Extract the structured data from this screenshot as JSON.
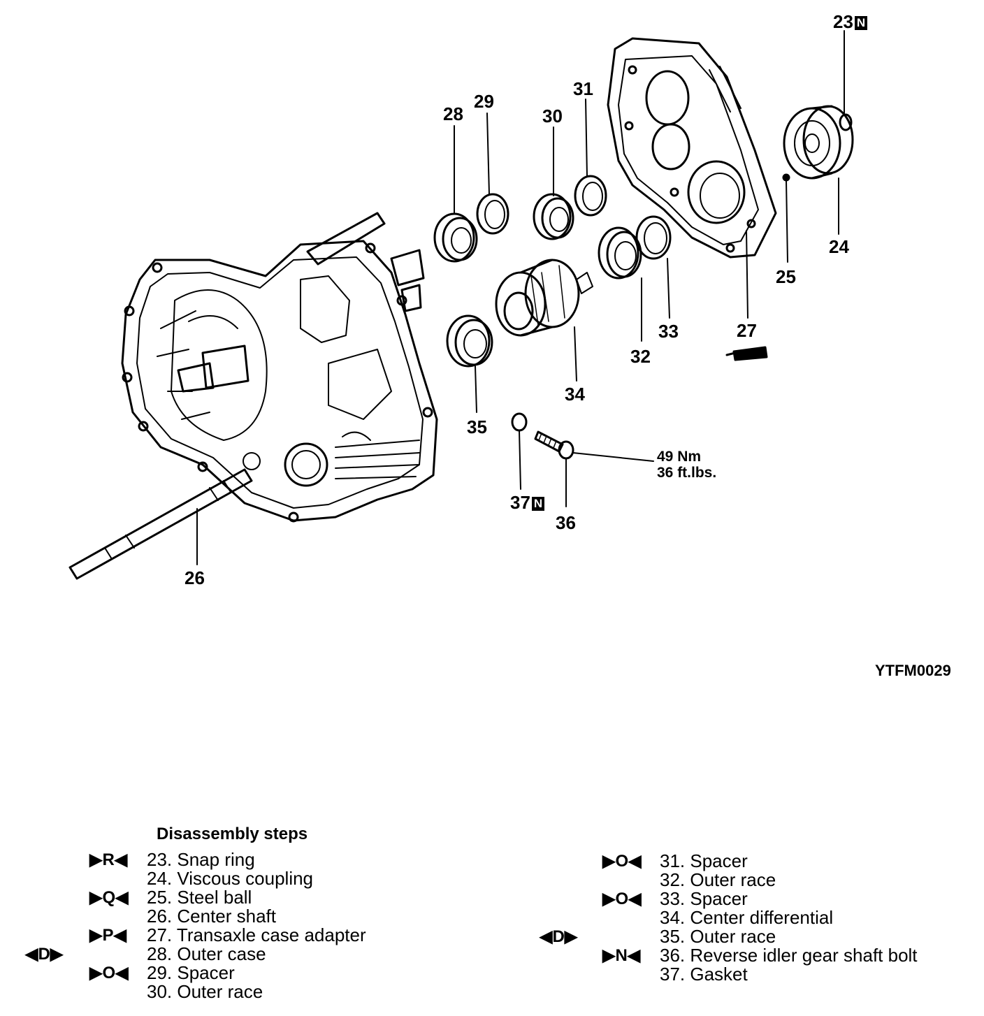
{
  "diagram": {
    "code": "YTFM0029",
    "torque": {
      "nm": "49 Nm",
      "ftlbs": "36 ft.lbs."
    },
    "new_part_tag": "N",
    "callouts": {
      "c23": "23",
      "c24": "24",
      "c25": "25",
      "c26": "26",
      "c27": "27",
      "c28": "28",
      "c29": "29",
      "c30": "30",
      "c31": "31",
      "c32": "32",
      "c33": "33",
      "c34": "34",
      "c35": "35",
      "c36": "36",
      "c37": "37"
    }
  },
  "steps": {
    "title": "Disassembly steps",
    "marks": {
      "R": "▶R◀",
      "Q": "▶Q◀",
      "P": "▶P◀",
      "O1": "▶O◀",
      "O2": "▶O◀",
      "O3": "▶O◀",
      "N": "▶N◀",
      "D1": "◀D▶",
      "D2": "◀D▶"
    },
    "items": [
      "23. Snap ring",
      "24. Viscous coupling",
      "25. Steel ball",
      "26. Center shaft",
      "27. Transaxle case adapter",
      "28. Outer case",
      "29. Spacer",
      "30. Outer race",
      "31. Spacer",
      "32. Outer race",
      "33. Spacer",
      "34. Center differential",
      "35. Outer race",
      "36. Reverse idler gear shaft bolt",
      "37. Gasket"
    ]
  }
}
